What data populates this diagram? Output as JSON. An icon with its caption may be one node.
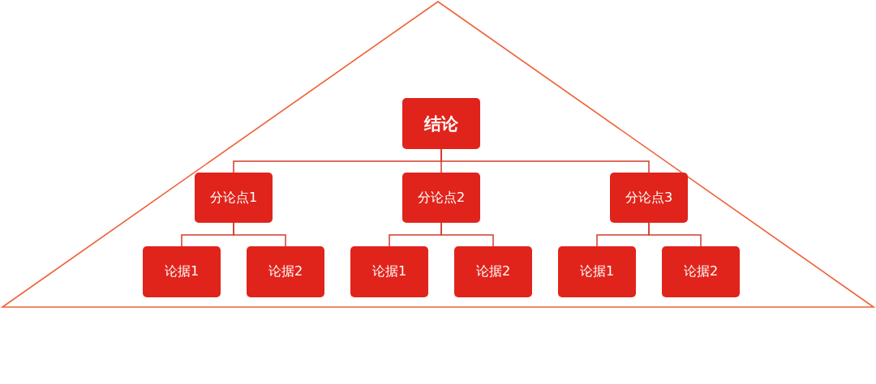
{
  "diagram": {
    "nodes": [
      {
        "text": [
          "结论"
        ]
      },
      {
        "text": [
          "分论点1"
        ]
      },
      {
        "text": [
          "分论点2"
        ]
      },
      {
        "text": [
          "分论点3"
        ]
      },
      {
        "text": [
          "论据1"
        ]
      },
      {
        "text": [
          "论据2"
        ]
      },
      {
        "text": [
          "论据1"
        ]
      },
      {
        "text": [
          "论据2"
        ]
      },
      {
        "text": [
          "论据1"
        ]
      },
      {
        "text": [
          "论据2"
        ]
      }
    ],
    "edges": [
      {
        "from": 0,
        "to": 1,
        "arrow": "none"
      },
      {
        "from": 0,
        "to": 2,
        "arrow": "none"
      },
      {
        "from": 0,
        "to": 3,
        "arrow": "none"
      },
      {
        "from": 1,
        "to": 4,
        "arrow": "none"
      },
      {
        "from": 1,
        "to": 5,
        "arrow": "none"
      },
      {
        "from": 2,
        "to": 6,
        "arrow": "none"
      },
      {
        "from": 2,
        "to": 7,
        "arrow": "none"
      },
      {
        "from": 3,
        "to": 8,
        "arrow": "none"
      },
      {
        "from": 3,
        "to": 9,
        "arrow": "none"
      }
    ]
  }
}
